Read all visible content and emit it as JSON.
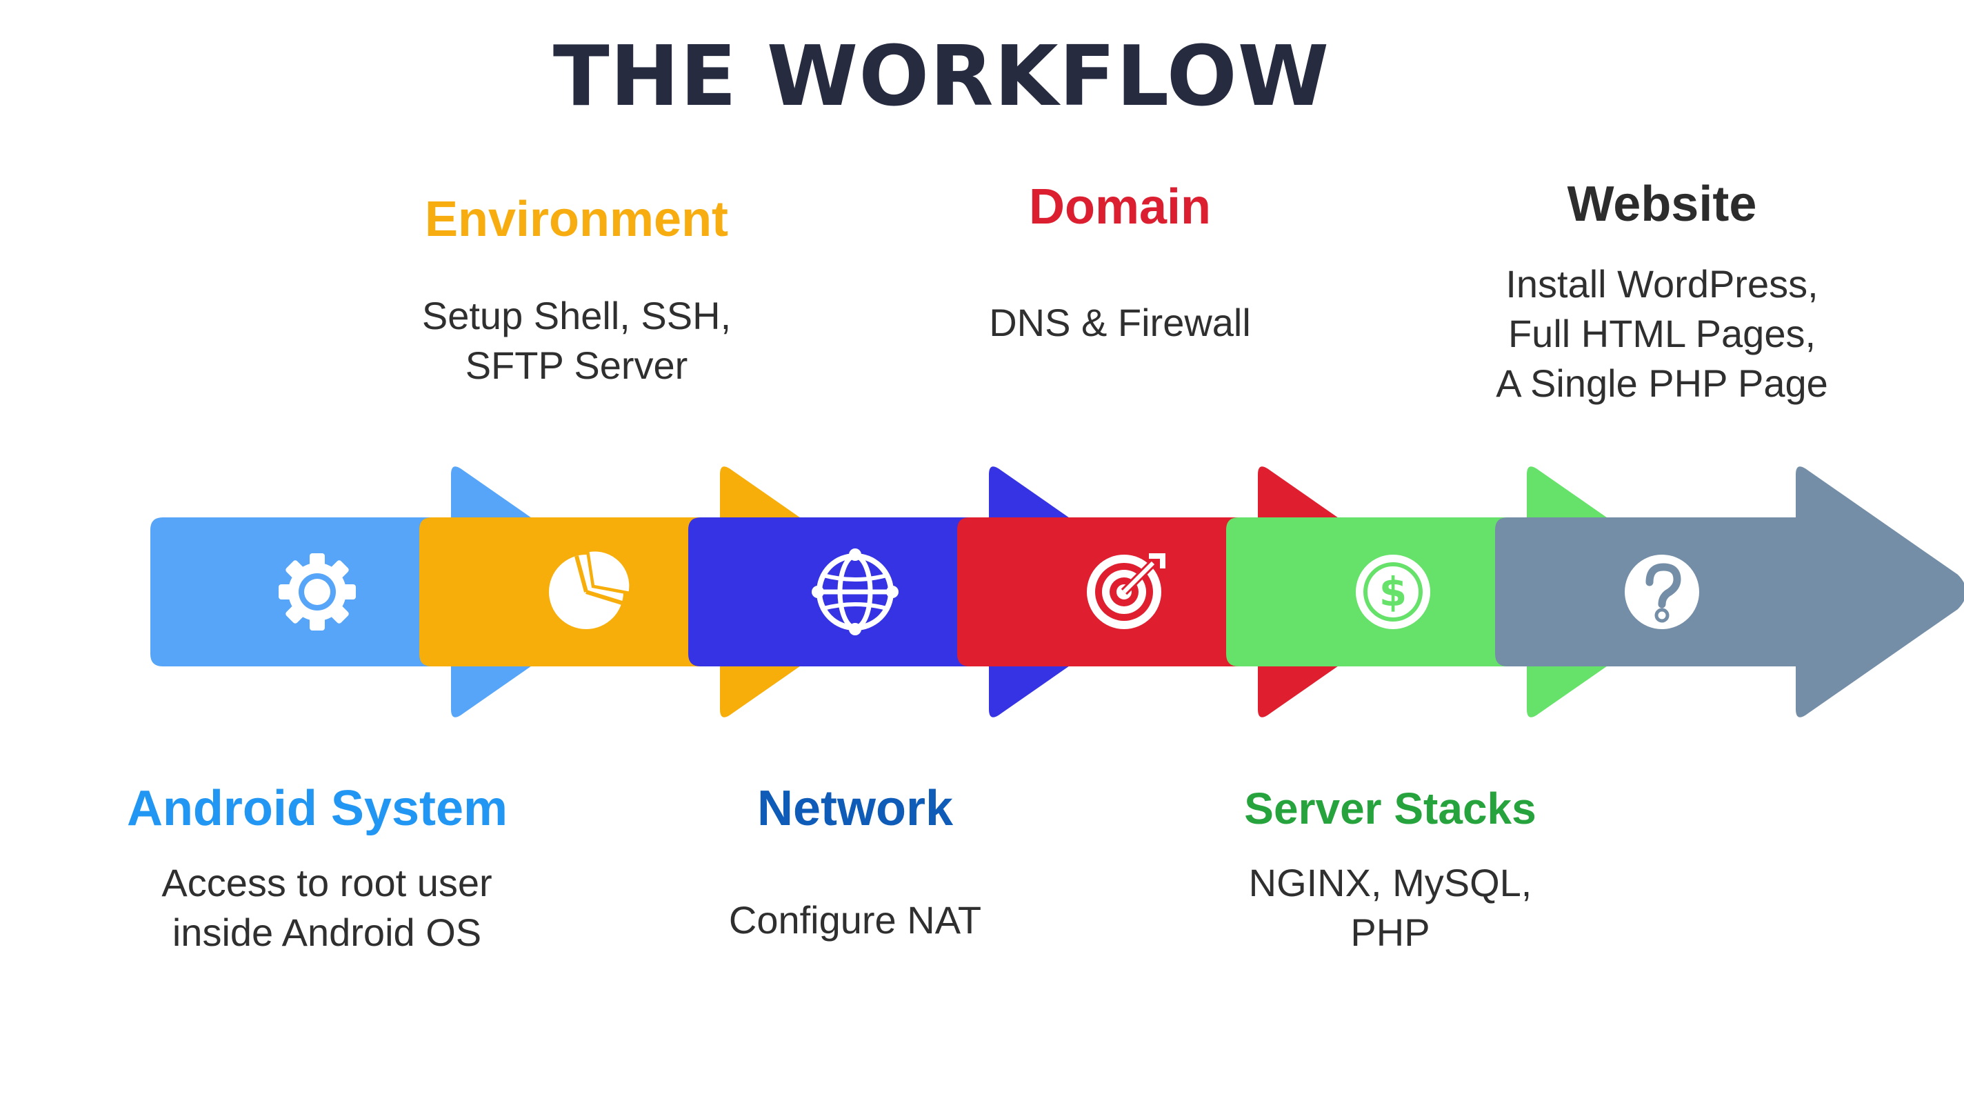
{
  "title": "THE WORKFLOW",
  "steps": [
    {
      "label": "Android System",
      "label_color": "#2196f3",
      "arrow_color": "#56a5f8",
      "icon": "gear-icon",
      "description": [
        "Access to root user",
        "inside Android OS"
      ]
    },
    {
      "label": "Environment",
      "label_color": "#f7ad0f",
      "arrow_color": "#f7ae0a",
      "icon": "pie-chart-icon",
      "description": [
        "Setup Shell, SSH,",
        "SFTP Server"
      ]
    },
    {
      "label": "Network",
      "label_color": "#0e5bb8",
      "arrow_color": "#3533e3",
      "icon": "globe-icon",
      "description": [
        "Configure NAT"
      ]
    },
    {
      "label": "Domain",
      "label_color": "#dc1f30",
      "arrow_color": "#df1f2f",
      "icon": "target-icon",
      "description": [
        "DNS & Firewall"
      ]
    },
    {
      "label": "Server Stacks",
      "label_color": "#26a33d",
      "arrow_color": "#66e26a",
      "icon": "dollar-coin-icon",
      "description": [
        "NGINX, MySQL,",
        "PHP"
      ]
    },
    {
      "label": "Website",
      "label_color": "#2c2c2c",
      "arrow_color": "#758ea7",
      "icon": "question-icon",
      "description": [
        "Install WordPress,",
        "Full HTML Pages,",
        "A Single PHP Page"
      ]
    }
  ]
}
